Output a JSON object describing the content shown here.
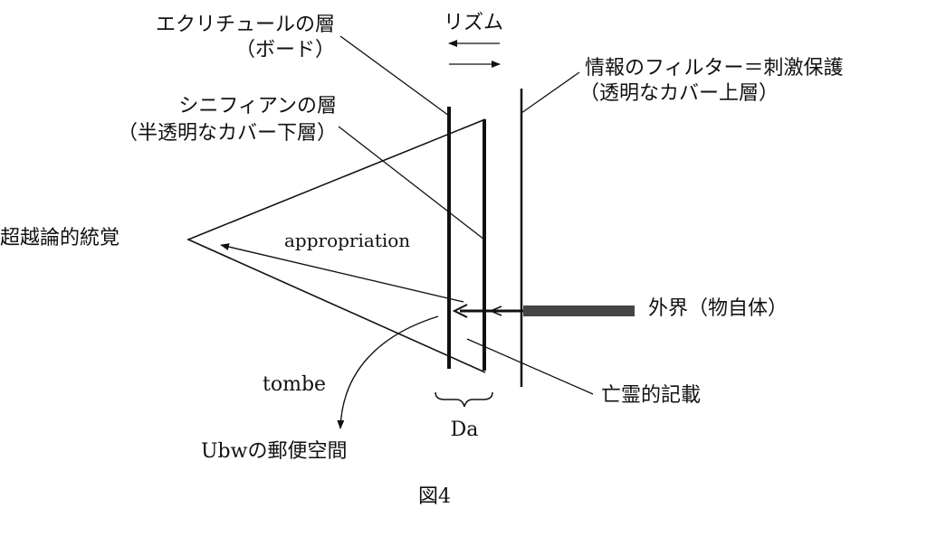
{
  "diagram": {
    "labels": {
      "ecriture_layer": "エクリチュールの層",
      "ecriture_sub": "（ボード）",
      "rhythm": "リズム",
      "filter": "情報のフィルター＝刺激保護",
      "filter_sub": "（透明なカバー上層）",
      "signifiant_layer": "シニフィアンの層",
      "signifiant_sub": "（半透明なカバー下層）",
      "transcendental": "超越論的統覚",
      "appropriation": "appropriation",
      "external_world": "外界（物自体）",
      "tombe": "tombe",
      "ghost_inscription": "亡霊的記載",
      "ubw_space": "Ubwの郵便空間",
      "da": "Da",
      "caption": "図4"
    }
  }
}
